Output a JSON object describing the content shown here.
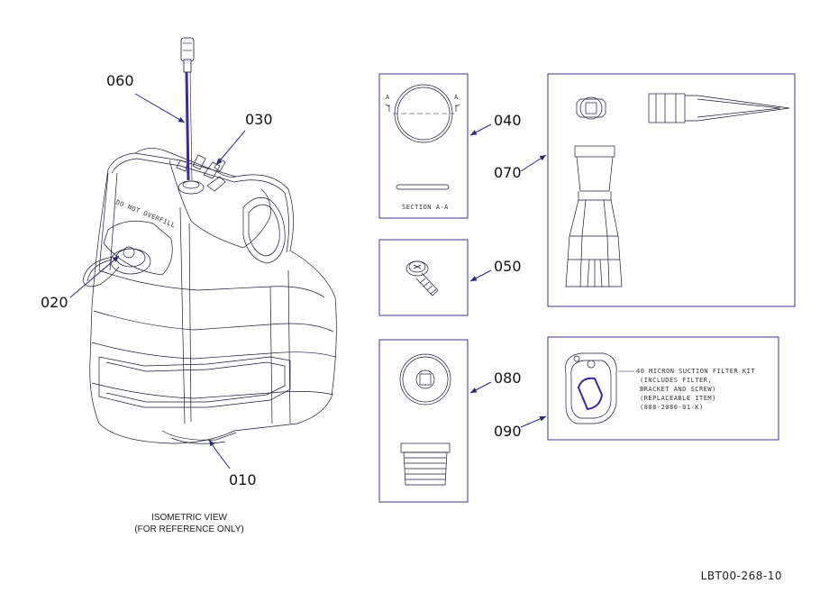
{
  "callouts": {
    "c010": "010",
    "c020": "020",
    "c030": "030",
    "c040": "040",
    "c050": "050",
    "c060": "060",
    "c070": "070",
    "c080": "080",
    "c090": "090"
  },
  "caption": {
    "line1": "ISOMETRIC VIEW",
    "line2": "(FOR REFERENCE ONLY)"
  },
  "tank_text": "DO NOT OVERFILL",
  "section": {
    "a_left": "A",
    "a_right": "A",
    "label": "SECTION A-A"
  },
  "filter_note": {
    "line1": "40 MICRON SUCTION FILTER KIT",
    "line2": "(INCLUDES FILTER,",
    "line3": "BRACKET AND SCREW)",
    "line4": "(REPLACEABLE ITEM)",
    "line5": "(808-2080-01-K)"
  },
  "drawing_number": "LBT00-268-10",
  "colors": {
    "accent": "#3a3a8a",
    "tube": "#3a2aa0",
    "line": "#1a1a3a"
  }
}
